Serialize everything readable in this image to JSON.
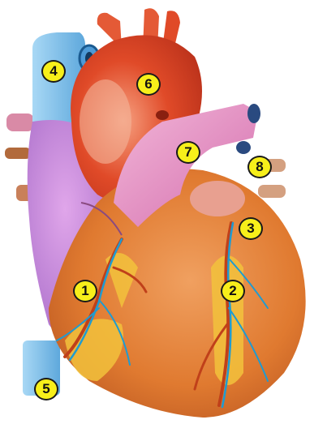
{
  "illustration": {
    "subject": "heart-anatomy-illustration",
    "colors": {
      "muscle": "#e98a3c",
      "aorta": "#e0442a",
      "pulmonary": "#e58fc4",
      "vena_cava": "#8fc7ee",
      "right_atrium": "#c77fd6",
      "coronary_vein": "#1f9bd1",
      "fat": "#f2c23c",
      "marker_fill": "#f7ef1a"
    },
    "markers": [
      {
        "label": "1"
      },
      {
        "label": "2"
      },
      {
        "label": "3"
      },
      {
        "label": "4"
      },
      {
        "label": "5"
      },
      {
        "label": "6"
      },
      {
        "label": "7"
      },
      {
        "label": "8"
      }
    ]
  }
}
